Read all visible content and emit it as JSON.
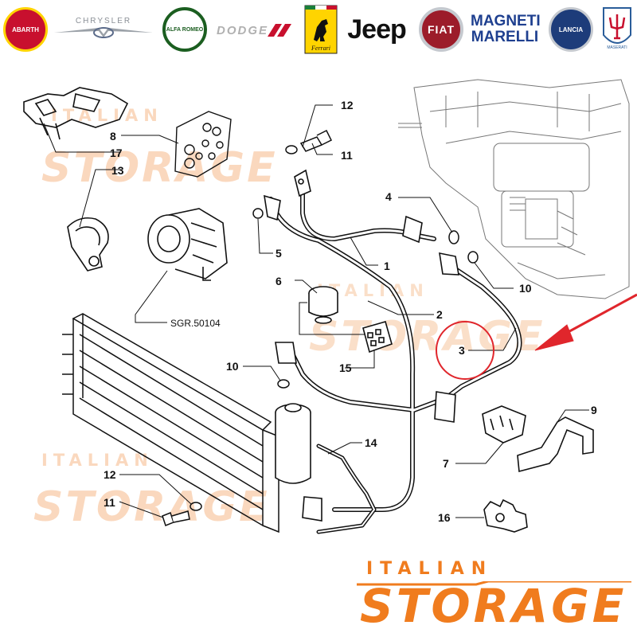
{
  "brands": [
    {
      "name": "abarth-logo",
      "label": "ABARTH",
      "color": "#c8102e"
    },
    {
      "name": "chrysler-logo",
      "label": "CHRYSLER",
      "color": "#8a8f96"
    },
    {
      "name": "alfa-romeo-logo",
      "label": "ALFA ROMEO",
      "color": "#1b5e20"
    },
    {
      "name": "dodge-logo",
      "label": "DODGE",
      "color": "#b0b0b0"
    },
    {
      "name": "ferrari-logo",
      "label": "Ferrari",
      "color": "#ffd400"
    },
    {
      "name": "jeep-logo",
      "label": "Jeep",
      "color": "#111111"
    },
    {
      "name": "fiat-logo",
      "label": "FIAT",
      "color": "#9c1c2a"
    },
    {
      "name": "magneti-marelli-logo",
      "label": "MAGNETI MARELLI",
      "color": "#1e3f8f"
    },
    {
      "name": "lancia-logo",
      "label": "LANCIA",
      "color": "#1d3c7a"
    },
    {
      "name": "maserati-logo",
      "label": "MASERATI",
      "color": "#2a5d9a"
    }
  ],
  "callouts": [
    "1",
    "2",
    "3",
    "4",
    "5",
    "6",
    "7",
    "8",
    "9",
    "10",
    "10",
    "11",
    "11",
    "12",
    "12",
    "13",
    "14",
    "15",
    "16",
    "17"
  ],
  "reference_label": "SGR.50104",
  "watermark": {
    "top": "ITALIAN",
    "bottom": "STORAGE"
  },
  "logo": {
    "top": "ITALIAN",
    "bottom": "STORAGE",
    "color": "#f07c1e"
  },
  "highlight_color": "#e0262c",
  "arrow_color": "#e0262c"
}
